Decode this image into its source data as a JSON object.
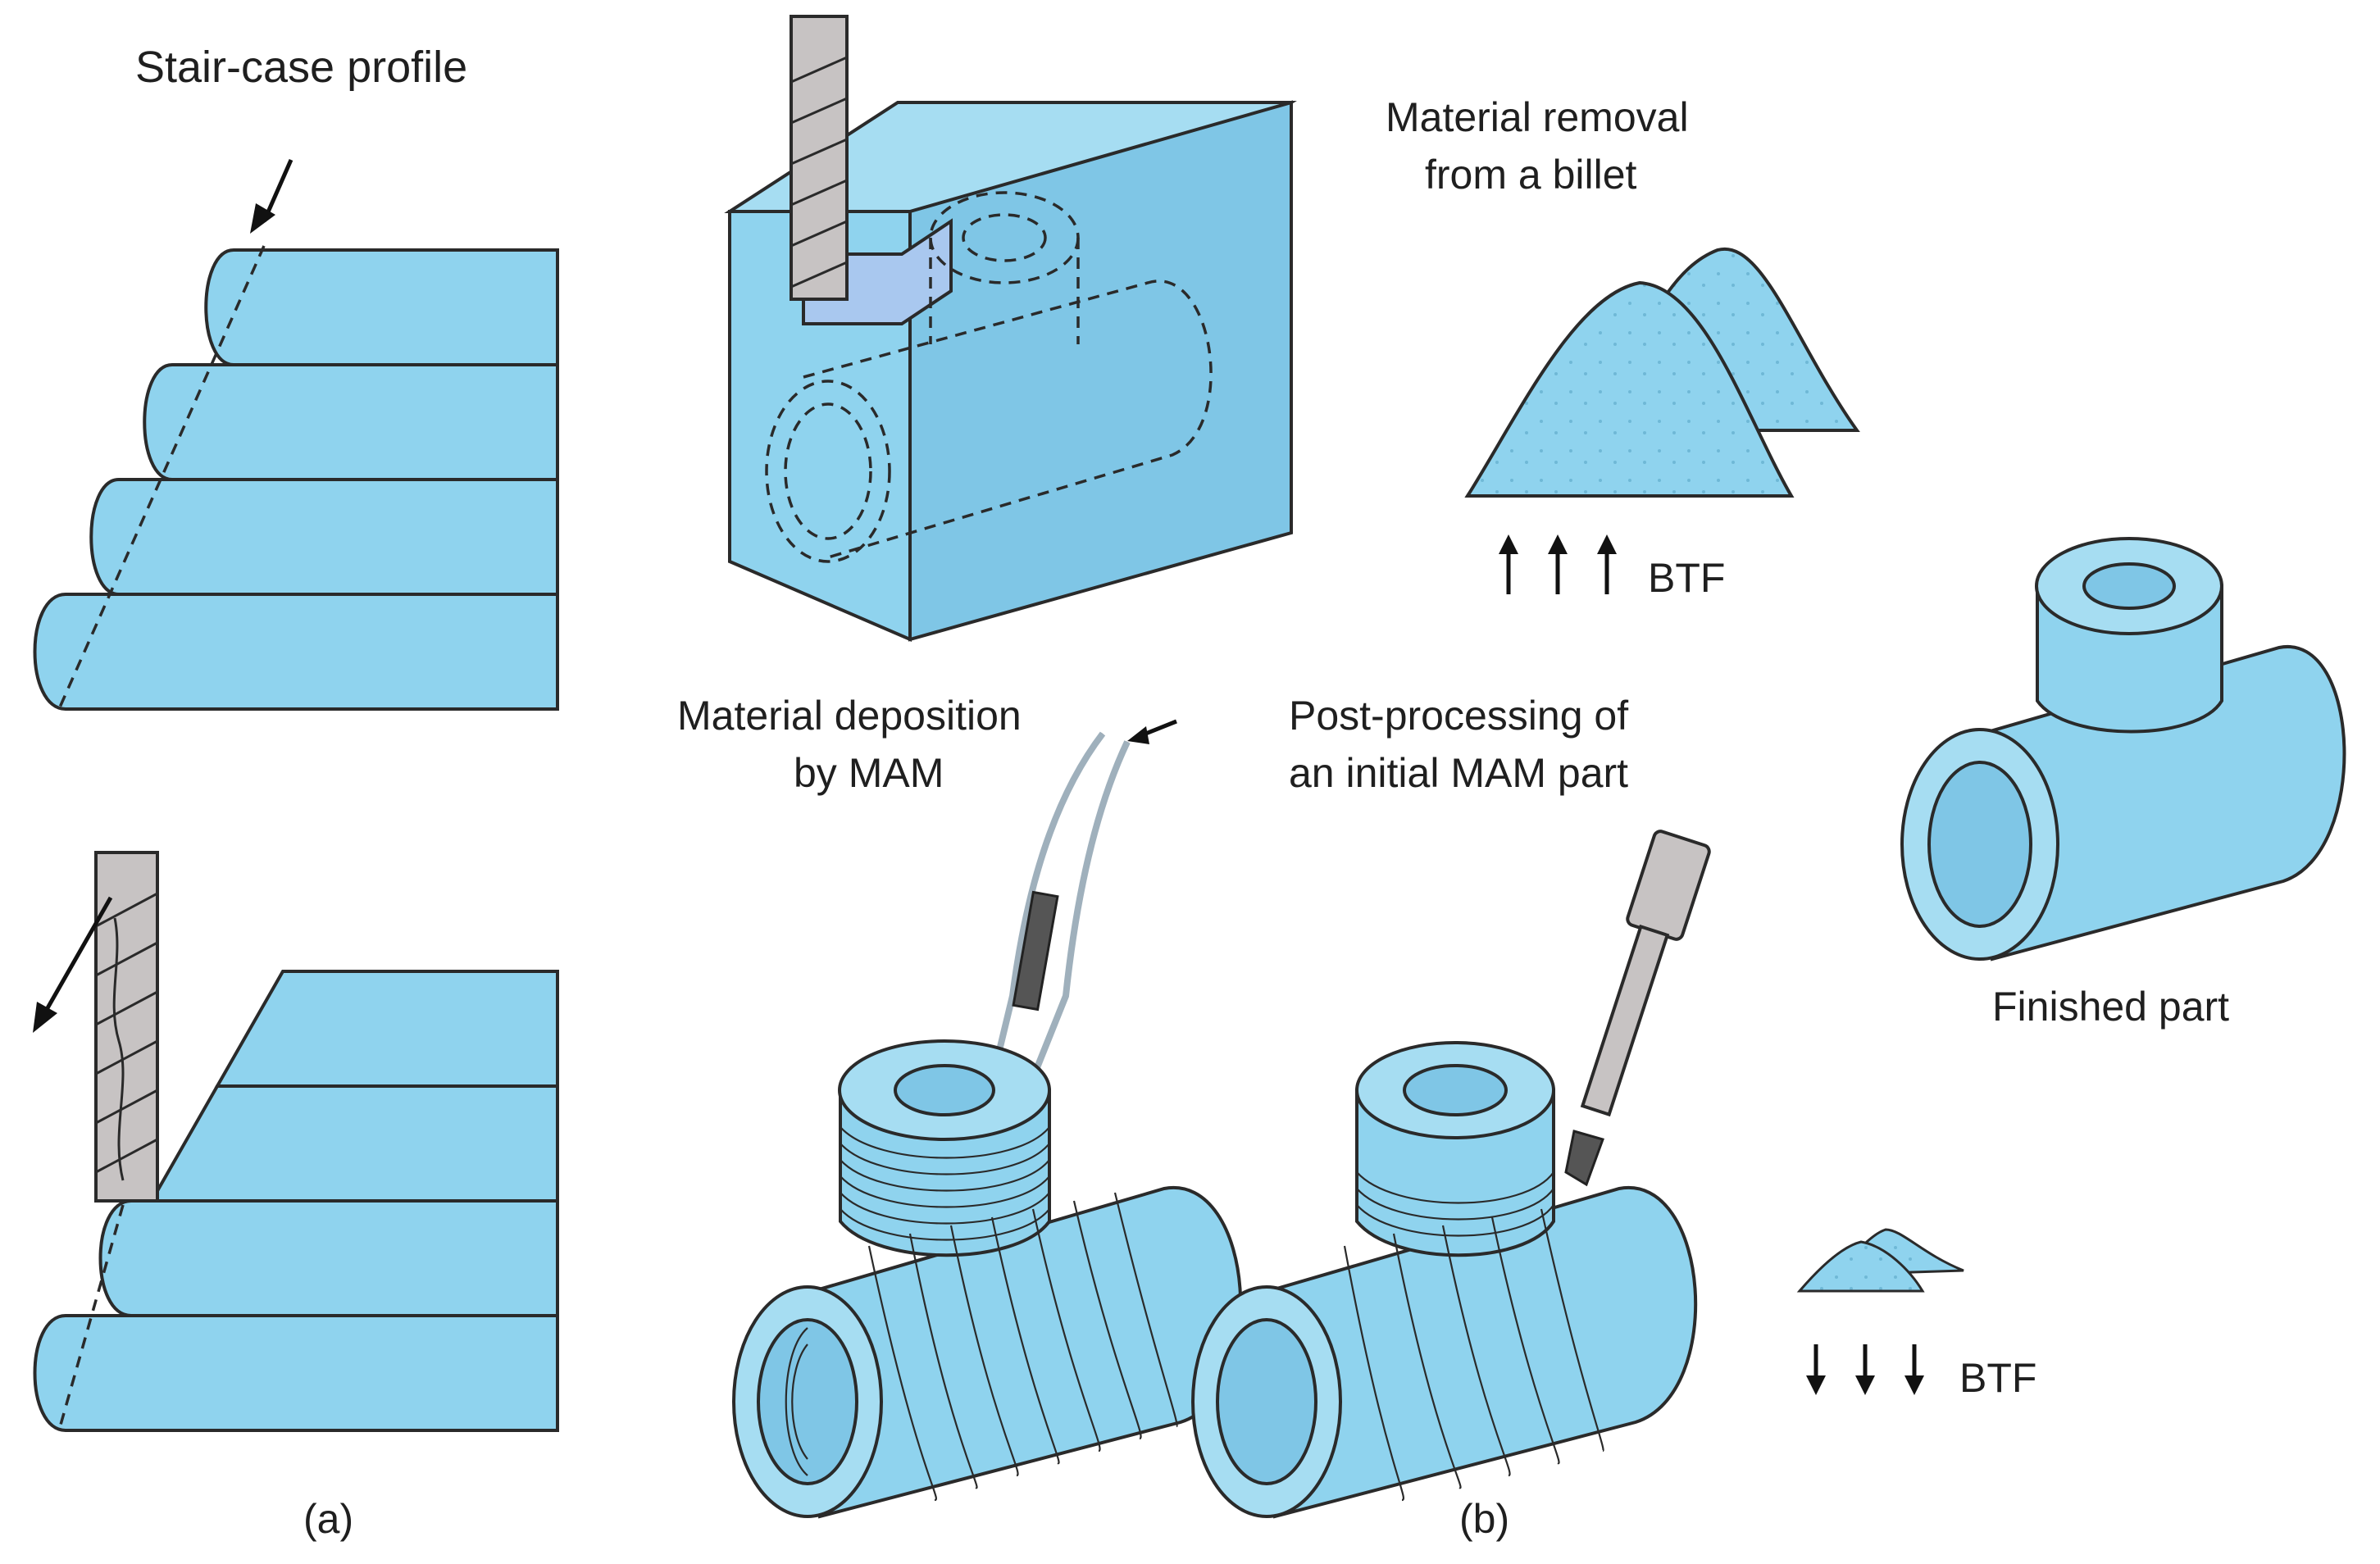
{
  "labels": {
    "staircase": "Stair-case profile",
    "removal_line1": "Material removal",
    "removal_line2": "from a billet",
    "btf_up": "BTF",
    "deposition_line1": "Material deposition",
    "deposition_line2": "by MAM",
    "post_line1": "Post-processing of",
    "post_line2": "an initial MAM part",
    "finished": "Finished part",
    "btf_down": "BTF",
    "panel_a": "(a)",
    "panel_b": "(b)"
  },
  "colors": {
    "part_fill": "#8fd3ee",
    "tool_fill": "#c7c3c3",
    "outline": "#2a2a2a"
  },
  "icons": {
    "btf_up_arrows": "three-up-arrows",
    "btf_down_arrows": "three-down-arrows",
    "end_mill": "end-mill-tool",
    "deposition_head": "deposition-nozzle"
  }
}
